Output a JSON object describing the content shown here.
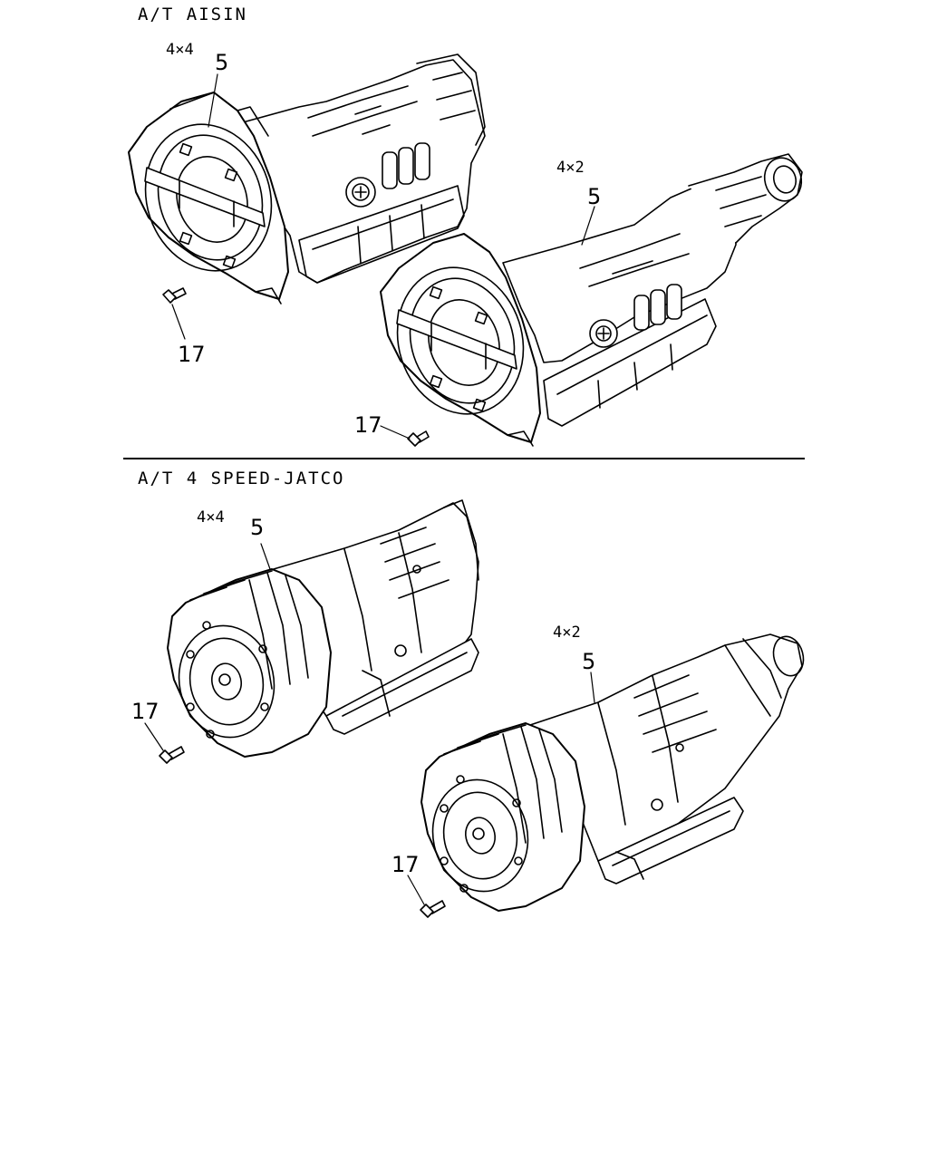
{
  "sections": [
    {
      "title": "A/T AISIN",
      "views": [
        {
          "variant": "4×4",
          "part_label": "5",
          "bolt_label": "17"
        },
        {
          "variant": "4×2",
          "part_label": "5",
          "bolt_label": "17"
        }
      ]
    },
    {
      "title": "A/T 4 SPEED-JATCO",
      "views": [
        {
          "variant": "4×4",
          "part_label": "5",
          "bolt_label": "17"
        },
        {
          "variant": "4×2",
          "part_label": "5",
          "bolt_label": "17"
        }
      ]
    }
  ]
}
